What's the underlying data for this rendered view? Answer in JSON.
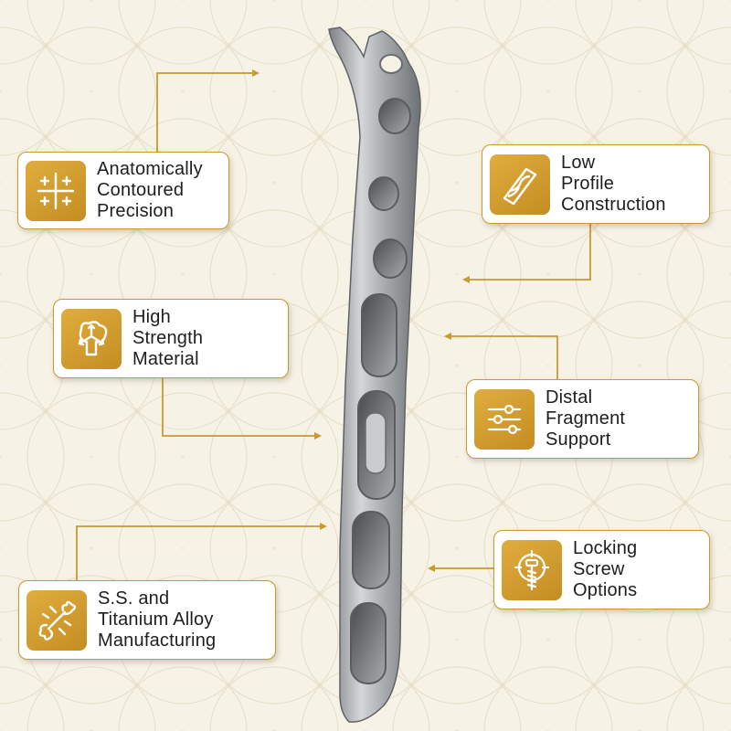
{
  "colors": {
    "accent": "#c99a2e",
    "icon_fill": "#d6a235",
    "background": "#f6f2e6",
    "plate": "#b9bbbd"
  },
  "features": [
    {
      "id": "anatomically",
      "icon": "crosshair-grid-icon",
      "lines": [
        "Anatomically",
        "Contoured",
        "Precision"
      ]
    },
    {
      "id": "low-profile",
      "icon": "twisted-bar-icon",
      "lines": [
        "Low",
        "Profile",
        "Construction"
      ]
    },
    {
      "id": "high-strength",
      "icon": "strength-arrows-icon",
      "lines": [
        "High",
        "Strength",
        "Material"
      ]
    },
    {
      "id": "distal",
      "icon": "slider-controls-icon",
      "lines": [
        "Distal",
        "Fragment",
        "Support"
      ]
    },
    {
      "id": "ss",
      "icon": "bone-icon",
      "lines": [
        "S.S. and",
        "Titanium Alloy",
        "Manufacturing"
      ]
    },
    {
      "id": "locking",
      "icon": "target-screw-icon",
      "lines": [
        "Locking",
        "Screw",
        "Options"
      ]
    }
  ]
}
